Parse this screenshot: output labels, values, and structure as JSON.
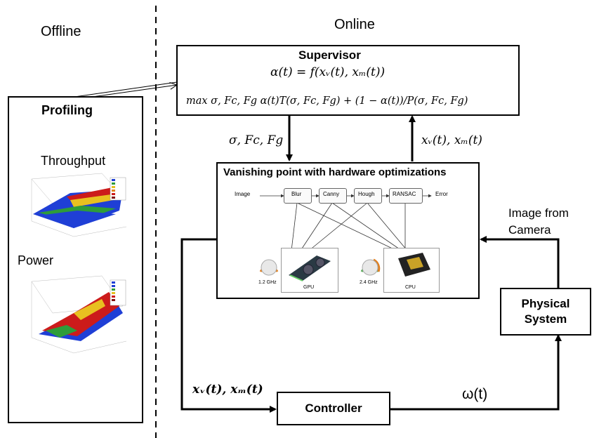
{
  "sections": {
    "offline": "Offline",
    "online": "Online"
  },
  "profiling": {
    "title": "Profiling",
    "throughput_label": "Throughput",
    "power_label": "Power"
  },
  "supervisor": {
    "title": "Supervisor",
    "eq1": "α(t) = f(xᵥ(t), xₘ(t))",
    "eq2": "max σ, Fc, Fg α(t)T(σ, Fc, Fg) + (1 − α(t))/P(σ, Fc, Fg)"
  },
  "edges": {
    "to_vp": "σ, Fc, Fg",
    "from_vp": "xᵥ(t), xₘ(t)",
    "to_controller": "xᵥ(t), xₘ(t)",
    "omega": "ω(t)",
    "image_from_camera": "Image from Camera"
  },
  "vanishing_point": {
    "title": "Vanishing point with hardware optimizations",
    "pipeline": [
      "Image",
      "Blur",
      "Canny",
      "Hough",
      "RANSAC",
      "Error"
    ],
    "gpu_freq": "1.2 GHz",
    "gpu_label": "GPU",
    "cpu_freq": "2.4 GHz",
    "cpu_label": "CPU"
  },
  "controller": {
    "label": "Controller"
  },
  "physical_system": {
    "label": "Physical System"
  },
  "colors": {
    "surface_blue": "#1f3fd6",
    "surface_red": "#cc1b1b",
    "surface_yellow": "#e8c020",
    "surface_green": "#2e9c3a"
  }
}
